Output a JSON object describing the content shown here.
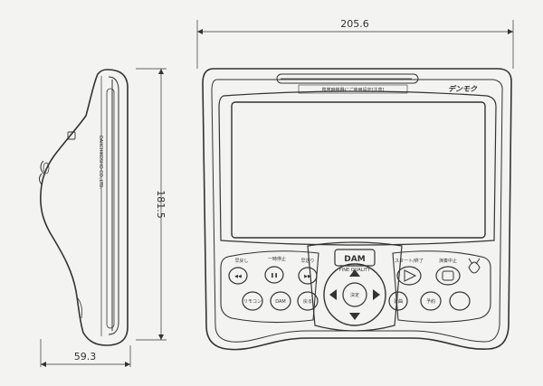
{
  "dimensions": {
    "width": "205.6",
    "height": "181.5",
    "depth": "59.3"
  },
  "labels": {
    "caution_strip": "携帯時機器にご使用設定[注意]",
    "logo": "デンモク",
    "brand": "DAM",
    "brand_sub": "FINE QUALITY",
    "side_text": "DAIICHIKOSHO CO.,LTD.",
    "buttons": {
      "tl1": "早戻し",
      "tl2": "一時停止",
      "tl3": "早送り",
      "tr1": "スタート/終了",
      "tr2": "演奏中止",
      "bl1": "リモコン",
      "bl2": "DAM",
      "bl3": "戻る",
      "br1": "選曲",
      "br2": "予約",
      "center": "決定"
    }
  }
}
